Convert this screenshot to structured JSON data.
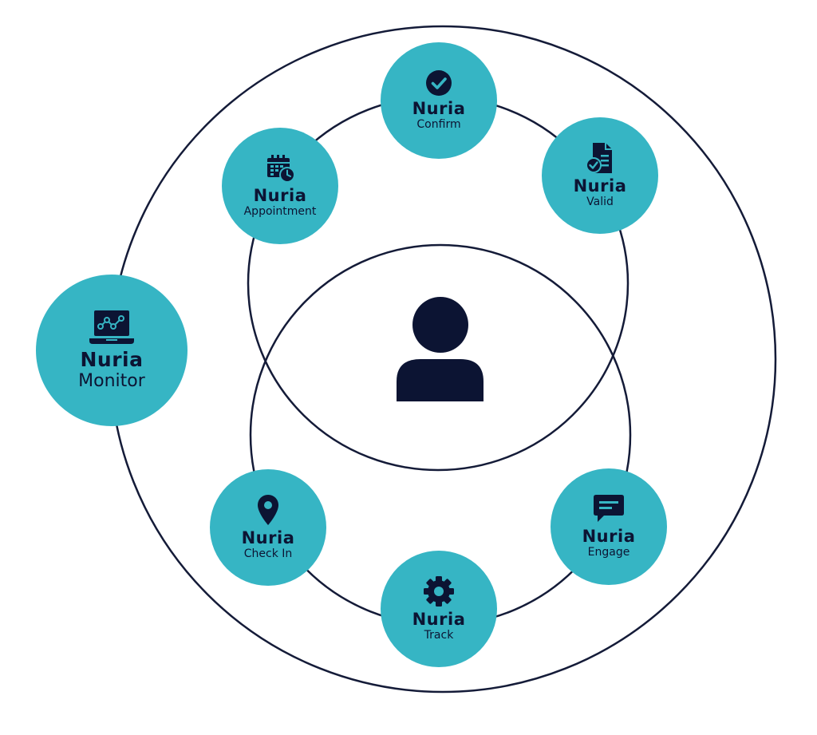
{
  "colors": {
    "teal": "#36b5c4",
    "navy": "#0c1433",
    "line": "#141b38",
    "background": "#ffffff"
  },
  "center": {
    "icon": "user-icon"
  },
  "nodes": [
    {
      "id": "confirm",
      "brand": "Nuria",
      "product": "Confirm",
      "icon": "check-circle-icon"
    },
    {
      "id": "valid",
      "brand": "Nuria",
      "product": "Valid",
      "icon": "document-check-icon"
    },
    {
      "id": "appointment",
      "brand": "Nuria",
      "product": "Appointment",
      "icon": "calendar-clock-icon"
    },
    {
      "id": "monitor",
      "brand": "Nuria",
      "product": "Monitor",
      "icon": "laptop-chart-icon"
    },
    {
      "id": "checkin",
      "brand": "Nuria",
      "product": "Check In",
      "icon": "location-pin-icon"
    },
    {
      "id": "engage",
      "brand": "Nuria",
      "product": "Engage",
      "icon": "chat-bubble-icon"
    },
    {
      "id": "track",
      "brand": "Nuria",
      "product": "Track",
      "icon": "gear-icon"
    }
  ]
}
